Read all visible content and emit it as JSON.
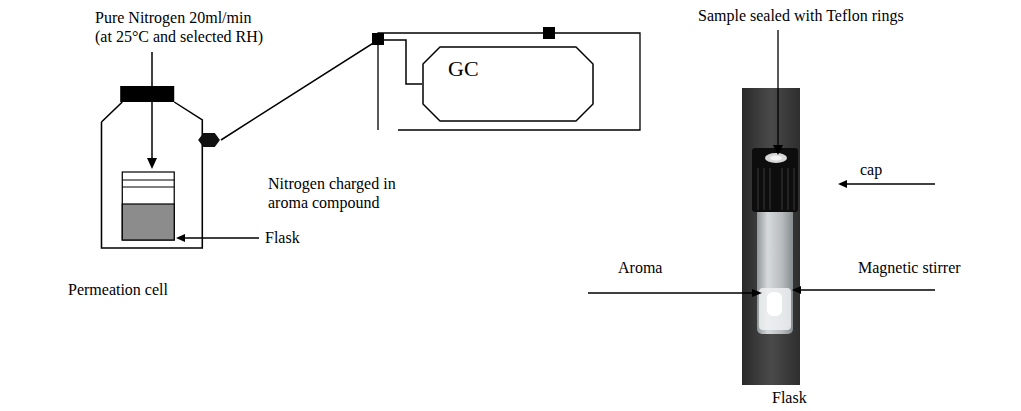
{
  "diagram": {
    "nodes": [
      {
        "text": [
          "Permeation cell"
        ]
      },
      {
        "text": [
          "GC"
        ]
      }
    ],
    "edges": [
      {
        "from": 0,
        "to": 1,
        "arrow": "none"
      }
    ],
    "labels": [
      "Pure Nitrogen 20ml/min (at 25°C and selected RH)",
      "Nitrogen charged in aroma compound",
      "Flask",
      "Sample sealed with Teflon rings",
      "cap",
      "Aroma",
      "Magnetic stirrer",
      "Flask"
    ]
  }
}
